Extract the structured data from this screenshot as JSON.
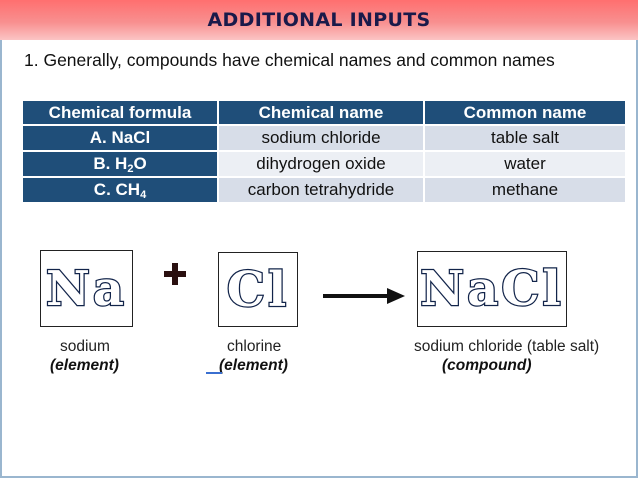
{
  "title": "ADDITIONAL INPUTS",
  "intro": "1. Generally, compounds have chemical names and common names",
  "table": {
    "headers": [
      "Chemical formula",
      "Chemical name",
      "Common name"
    ],
    "rows": [
      {
        "formula_prefix": "A. NaCl",
        "formula_sub": "",
        "formula_suffix": "",
        "chemical_name": "sodium chloride",
        "common_name": "table salt"
      },
      {
        "formula_prefix": "B. H",
        "formula_sub": "2",
        "formula_suffix": "O",
        "chemical_name": "dihydrogen oxide",
        "common_name": "water"
      },
      {
        "formula_prefix": "C. CH",
        "formula_sub": "4",
        "formula_suffix": "",
        "chemical_name": "carbon tetrahydride",
        "common_name": "methane"
      }
    ]
  },
  "diagram": {
    "sodium": {
      "symbol": "Na",
      "name": "sodium",
      "kind": "(element)"
    },
    "chlorine": {
      "symbol": "Cl",
      "name": "chlorine",
      "kind": "(element)"
    },
    "product": {
      "symbol": "NaCl",
      "name": "sodium chloride (table salt)",
      "kind": "(compound)"
    },
    "operator": "+",
    "arrow_icon": "right-arrow-icon"
  },
  "colors": {
    "title_bar": "#ff6f6f",
    "header_fill": "#1f4e79",
    "row_fill_dark": "#d7dde8",
    "row_fill_light": "#eceff4",
    "plus_sign": "#2a1010"
  }
}
